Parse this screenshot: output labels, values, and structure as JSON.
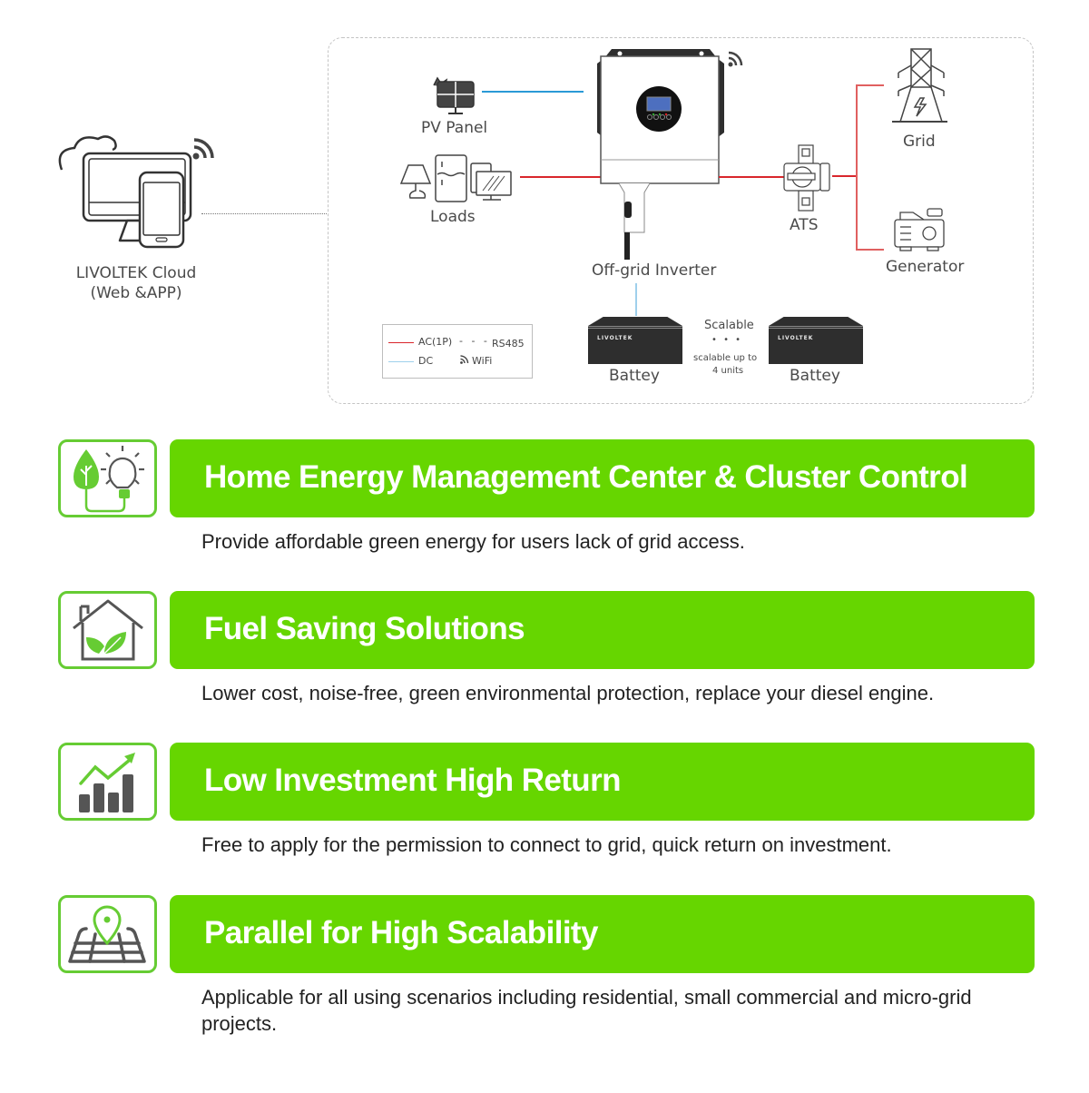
{
  "diagram": {
    "cloud": {
      "line1": "LIVOLTEK Cloud",
      "line2": "(Web &APP)"
    },
    "pv_panel": "PV Panel",
    "loads": "Loads",
    "inverter": "Off-grid Inverter",
    "ats": "ATS",
    "grid": "Grid",
    "generator": "Generator",
    "battery_left": "Battey",
    "battery_right": "Battey",
    "battery_brand": "LIVOLTEK",
    "scalable_title": "Scalable",
    "scalable_dots": "• • •",
    "scalable_note_1": "scalable up to",
    "scalable_note_2": "4 units",
    "legend": {
      "ac": "AC(1P)",
      "rs485": "RS485",
      "dc": "DC",
      "wifi": "WiFi"
    },
    "colors": {
      "ac": "#d9262c",
      "dc": "#2a9ad6",
      "rs485": "#555555"
    }
  },
  "features": [
    {
      "icon": "leaf-bulb-icon",
      "title": "Home Energy Management Center & Cluster Control",
      "desc": "Provide affordable green energy for users lack of grid access."
    },
    {
      "icon": "eco-house-icon",
      "title": "Fuel Saving Solutions",
      "desc": "Lower cost, noise-free, green environmental protection, replace your diesel engine."
    },
    {
      "icon": "growth-chart-icon",
      "title": "Low Investment High Return",
      "desc": "Free to apply for the permission to connect to grid, quick return on investment."
    },
    {
      "icon": "map-pin-icon",
      "title": "Parallel for High Scalability",
      "desc": "Applicable for all using scenarios including residential, small commercial and micro-grid projects."
    }
  ],
  "theme": {
    "accent": "#66d600",
    "icon_border": "#66cc33"
  }
}
